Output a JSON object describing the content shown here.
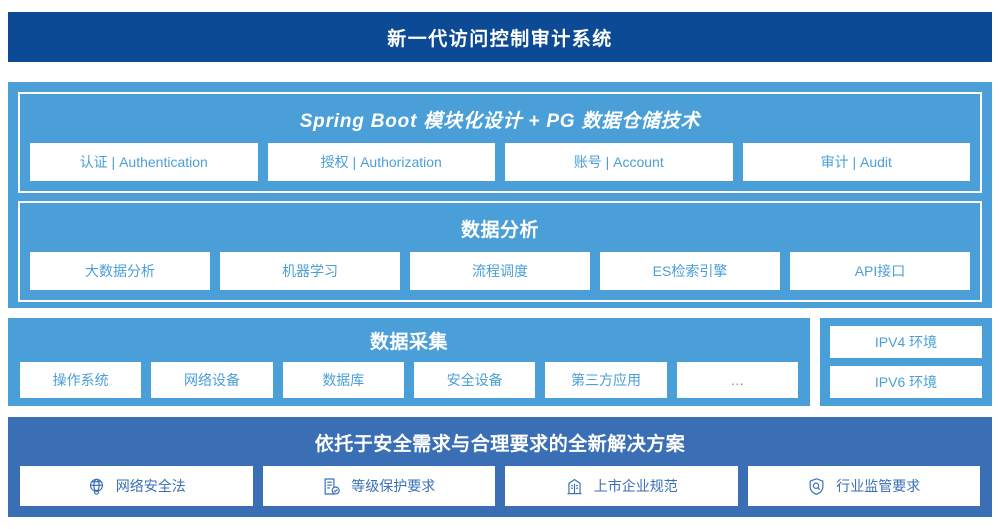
{
  "header": {
    "title": "新一代访问控制审计系统"
  },
  "platform": {
    "heading": "Spring Boot 模块化设计 + PG 数据仓储技术",
    "modules": [
      {
        "label": "认证 | Authentication"
      },
      {
        "label": "授权 | Authorization"
      },
      {
        "label": "账号 | Account"
      },
      {
        "label": "审计 | Audit"
      }
    ]
  },
  "analytics": {
    "heading": "数据分析",
    "modules": [
      {
        "label": "大数据分析"
      },
      {
        "label": "机器学习"
      },
      {
        "label": "流程调度"
      },
      {
        "label": "ES检索引擎"
      },
      {
        "label": "API接口"
      }
    ]
  },
  "collection": {
    "heading": "数据采集",
    "sources": [
      {
        "label": "操作系统"
      },
      {
        "label": "网络设备"
      },
      {
        "label": "数据库"
      },
      {
        "label": "安全设备"
      },
      {
        "label": "第三方应用"
      },
      {
        "label": "…"
      }
    ]
  },
  "environments": {
    "items": [
      {
        "label": "IPV4 环境"
      },
      {
        "label": "IPV6 环境"
      }
    ]
  },
  "compliance": {
    "heading": "依托于安全需求与合理要求的全新解决方案",
    "items": [
      {
        "label": "网络安全法",
        "icon": "globe-icon"
      },
      {
        "label": "等级保护要求",
        "icon": "document-check-icon"
      },
      {
        "label": "上市企业规范",
        "icon": "building-icon"
      },
      {
        "label": "行业监管要求",
        "icon": "shield-search-icon"
      }
    ]
  },
  "colors": {
    "title_bar": "#0d4a95",
    "panel_light_blue": "#4a9fd8",
    "panel_mid_blue": "#3a6fb5",
    "chip_bg": "#ffffff",
    "chip_text_light": "#4a9fd8",
    "chip_text_dark": "#3a6fb5"
  }
}
